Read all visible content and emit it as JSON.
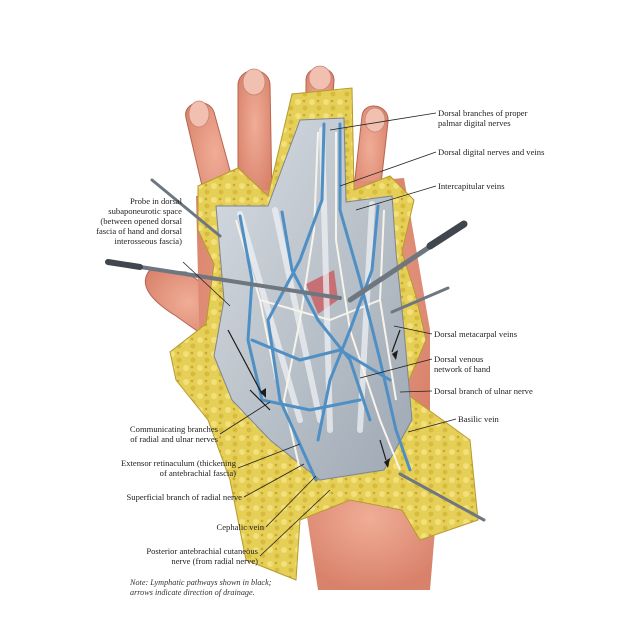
{
  "labels": {
    "dorsal_branches_proper_palmar": "Dorsal branches of proper\npalmar digital nerves",
    "dorsal_digital_nerves_veins": "Dorsal digital nerves and veins",
    "intercapitular_veins": "Intercapitular veins",
    "probe": "Probe in dorsal\nsubaponeurotic space\n(between opened dorsal\nfascia of hand and dorsal\ninterosseous fascia)",
    "dorsal_metacarpal_veins": "Dorsal metacarpal veins",
    "dorsal_venous_network": "Dorsal venous\nnetwork of hand",
    "dorsal_branch_ulnar": "Dorsal branch of ulnar nerve",
    "basilic_vein": "Basilic vein",
    "communicating_branches": "Communicating branches\nof radial and ulnar nerves",
    "extensor_retinaculum": "Extensor retinaculum (thickening\nof antebrachial fascia)",
    "superficial_radial": "Superficial branch of radial nerve",
    "cephalic_vein": "Cephalic vein",
    "posterior_antebrachial": "Posterior antebrachial cutaneous\nnerve (from radial nerve)"
  },
  "note": "Note: Lymphatic pathways shown in black;\narrows indicate direction of drainage.",
  "colors": {
    "skin": "#e59a84",
    "skin_dark": "#c9705a",
    "fat": "#e8d25e",
    "fascia": "#c9cfd6",
    "vein": "#4f8fc4",
    "nerve": "#f2efe4",
    "lymph": "#1c1c1c",
    "probe": "#6e7780"
  }
}
